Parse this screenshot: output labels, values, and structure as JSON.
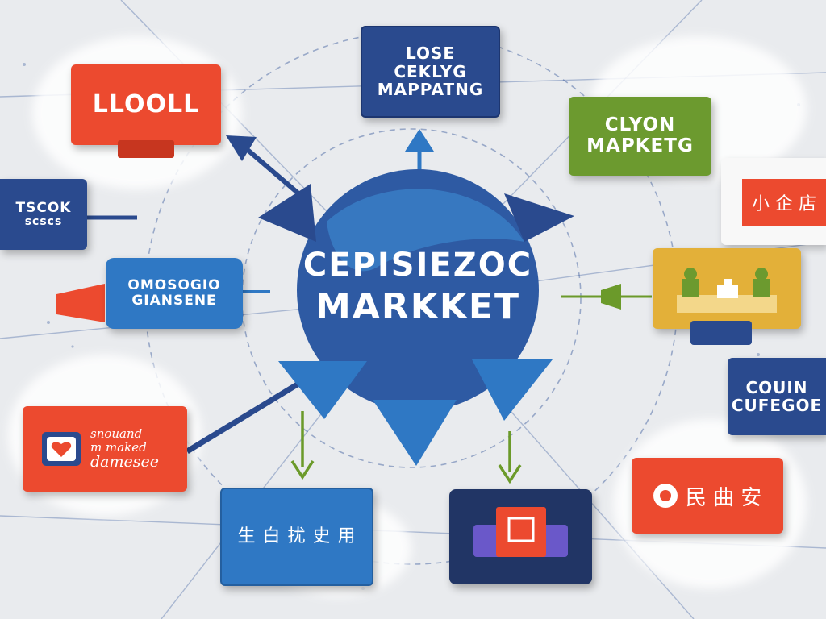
{
  "center": {
    "lines": [
      "CEPISIEZOC",
      "MARKKET"
    ]
  },
  "cards": {
    "top_left": {
      "lines": [
        "LLOOLL"
      ]
    },
    "top_center": {
      "lines": [
        "LOSE",
        "CEKLYG",
        "MAPPATNG"
      ]
    },
    "top_right": {
      "lines": [
        "CLYON",
        "MAPKETG"
      ]
    },
    "left_upper": {
      "lines": [
        "TSCOK",
        "scscs"
      ]
    },
    "left_middle": {
      "lines": [
        "OMOSOGIO",
        "GIANSENE"
      ]
    },
    "left_lower": {
      "lines": [
        "snouand",
        "m maked",
        "damesee"
      ]
    },
    "right_upper": {
      "lines": [
        "小 企 店"
      ]
    },
    "right_lower": {
      "lines": [
        "COUIN",
        "CUFEGOE"
      ]
    },
    "bottom_right": {
      "lines": [
        "民 曲 安"
      ]
    },
    "bottom_left": {
      "lines": [
        "生 白 扰 史 用"
      ]
    }
  },
  "colors": {
    "background": "#e9ebee",
    "navy": "#2a4a8e",
    "blue": "#2f78c4",
    "orange": "#ec4a2f",
    "green": "#6c9a2f",
    "yellow": "#e3b039",
    "dark_navy": "#213565",
    "arrow_green": "#6b9a2a",
    "grid_line": "#35569a"
  }
}
